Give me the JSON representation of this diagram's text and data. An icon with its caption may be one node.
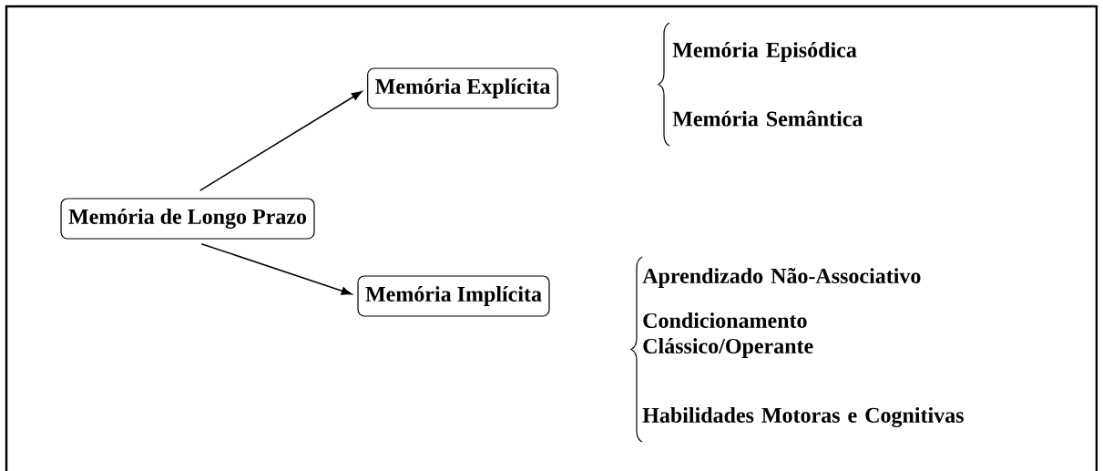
{
  "diagram": {
    "nodes": [
      {
        "text": [
          "Memória de Longo Prazo"
        ]
      },
      {
        "text": [
          "Memória Explícita"
        ]
      },
      {
        "text": [
          "Memória Implícita"
        ]
      }
    ],
    "edges": [
      {
        "from": 0,
        "to": 1,
        "arrow": "to"
      },
      {
        "from": 0,
        "to": 2,
        "arrow": "to"
      }
    ],
    "labels": [
      "Memória Episódica",
      "Memória Semântica",
      "Aprendizado Não-Associativo",
      "Condicionamento Clássico/Operante",
      "Habilidades Motoras e Cognitivas"
    ]
  }
}
